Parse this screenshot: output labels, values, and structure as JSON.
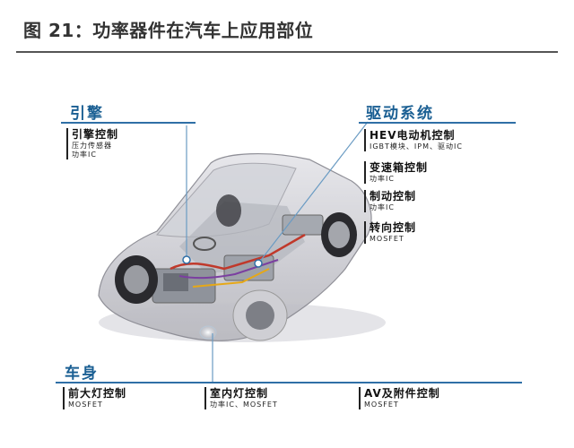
{
  "title": "图 21：功率器件在汽车上应用部位",
  "engine": {
    "heading": "引擎",
    "label": "引擎控制",
    "subs": [
      "压力传感器",
      "功率IC"
    ]
  },
  "drive": {
    "heading": "驱动系统",
    "items": [
      {
        "label": "HEV电动机控制",
        "sub": "IGBT模块、IPM、驱动IC"
      },
      {
        "label": "变速箱控制",
        "sub": "功率IC"
      },
      {
        "label": "制动控制",
        "sub": "功率IC"
      },
      {
        "label": "转向控制",
        "sub": "MOSFET"
      }
    ]
  },
  "body": {
    "heading": "车身",
    "items": [
      {
        "label": "前大灯控制",
        "sub": "MOSFET"
      },
      {
        "label": "室内灯控制",
        "sub": "功率IC、MOSFET"
      },
      {
        "label": "AV及附件控制",
        "sub": "MOSFET"
      }
    ]
  },
  "colors": {
    "heading": "#1a5f93",
    "rule": "#2f6fa6",
    "title": "#333333"
  }
}
